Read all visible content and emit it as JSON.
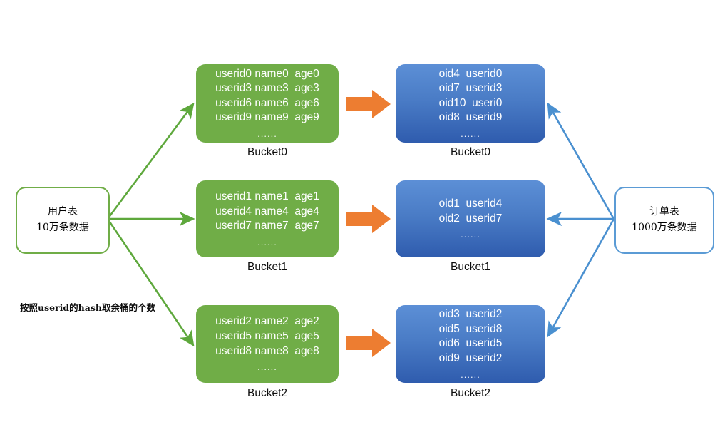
{
  "diagram": {
    "title": "userid hash bucket sharding diagram",
    "colors": {
      "green": "#70AD47",
      "blue_light": "#5C8FD6",
      "blue_dark": "#2F5CAE",
      "blue_border": "#5B9BD5",
      "orange": "#ED7D31",
      "green_arrow": "#5EA83C",
      "blue_arrow": "#4A90D0"
    },
    "source_table": {
      "name": "user-table-node",
      "line1": "用户表",
      "line2": "10万条数据"
    },
    "target_table": {
      "name": "order-table-node",
      "line1": "订单表",
      "line2": "1000万条数据"
    },
    "hash_note": "按照userid的hash取余桶的个数",
    "user_buckets": [
      {
        "label": "Bucket0",
        "rows": [
          "userid0 name0  age0",
          "userid3 name3  age3",
          "userid6 name6  age6",
          "userid9 name9  age9"
        ],
        "ellipsis": "......"
      },
      {
        "label": "Bucket1",
        "rows": [
          "userid1 name1  age1",
          "userid4 name4  age4",
          "userid7 name7  age7"
        ],
        "ellipsis": "......"
      },
      {
        "label": "Bucket2",
        "rows": [
          "userid2 name2  age2",
          "userid5 name5  age5",
          "userid8 name8  age8"
        ],
        "ellipsis": "......"
      }
    ],
    "order_buckets": [
      {
        "label": "Bucket0",
        "rows": [
          "oid4  userid0",
          "oid7  userid3",
          "oid10  useri0",
          "oid8  userid9"
        ],
        "ellipsis": "......"
      },
      {
        "label": "Bucket1",
        "rows": [
          "oid1  userid4",
          "oid2  userid7"
        ],
        "ellipsis": "......"
      },
      {
        "label": "Bucket2",
        "rows": [
          "oid3  userid2",
          "oid5  userid8",
          "oid6  userid5",
          "oid9  userid2"
        ],
        "ellipsis": "......"
      }
    ],
    "flow_arrows": [
      {
        "name": "flow-arrow-bucket0",
        "direction": "right"
      },
      {
        "name": "flow-arrow-bucket1",
        "direction": "right"
      },
      {
        "name": "flow-arrow-bucket2",
        "direction": "right"
      }
    ]
  }
}
